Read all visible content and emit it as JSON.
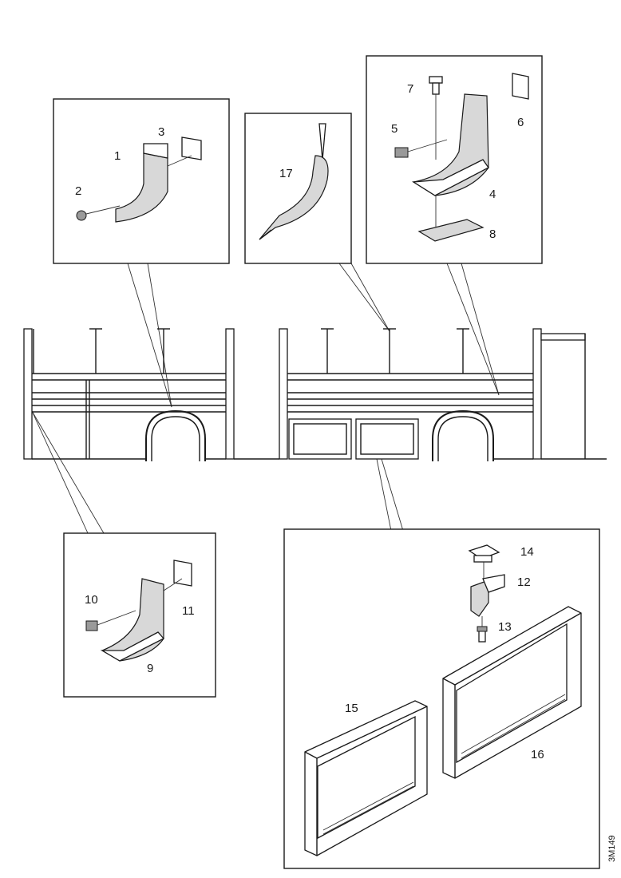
{
  "labels": {
    "p1": "1",
    "p2": "2",
    "p3": "3",
    "p4": "4",
    "p5": "5",
    "p6": "6",
    "p7": "7",
    "p8": "8",
    "p9": "9",
    "p10": "10",
    "p11": "11",
    "p12": "12",
    "p13": "13",
    "p14": "14",
    "p15": "15",
    "p16": "16",
    "p17": "17"
  },
  "reference": "3M149"
}
